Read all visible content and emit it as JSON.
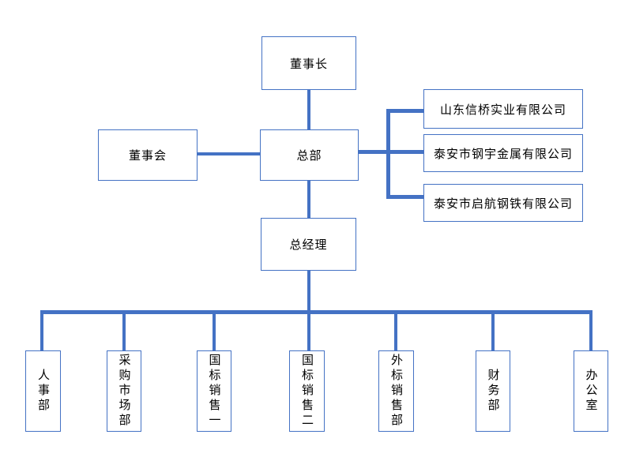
{
  "diagram": {
    "type": "org-chart",
    "colors": {
      "line": "#4472C4",
      "box_border": "#4472C4",
      "text": "#000000",
      "background": "#FFFFFF"
    }
  },
  "nodes": {
    "chairman": {
      "label": "董事长"
    },
    "board": {
      "label": "董事会"
    },
    "hq": {
      "label": "总部"
    },
    "subsidiary1": {
      "label": "山东信桥实业有限公司"
    },
    "subsidiary2": {
      "label": "泰安市钢宇金属有限公司"
    },
    "subsidiary3": {
      "label": "泰安市启航钢铁有限公司"
    },
    "gm": {
      "label": "总经理"
    },
    "dept_hr": {
      "label": "人事部"
    },
    "dept_procurement_market": {
      "label": "采购市场部"
    },
    "dept_domestic_sales_1": {
      "label": "国标销售一"
    },
    "dept_domestic_sales_2": {
      "label": "国标销售二"
    },
    "dept_export_sales": {
      "label": "外标销售部"
    },
    "dept_finance": {
      "label": "财务部"
    },
    "dept_office": {
      "label": "办公室"
    }
  },
  "edges": [
    {
      "from": "chairman",
      "to": "hq"
    },
    {
      "from": "board",
      "to": "hq"
    },
    {
      "from": "hq",
      "to": "subsidiary1"
    },
    {
      "from": "hq",
      "to": "subsidiary2"
    },
    {
      "from": "hq",
      "to": "subsidiary3"
    },
    {
      "from": "hq",
      "to": "gm"
    },
    {
      "from": "gm",
      "to": "dept_hr"
    },
    {
      "from": "gm",
      "to": "dept_procurement_market"
    },
    {
      "from": "gm",
      "to": "dept_domestic_sales_1"
    },
    {
      "from": "gm",
      "to": "dept_domestic_sales_2"
    },
    {
      "from": "gm",
      "to": "dept_export_sales"
    },
    {
      "from": "gm",
      "to": "dept_finance"
    },
    {
      "from": "gm",
      "to": "dept_office"
    }
  ]
}
